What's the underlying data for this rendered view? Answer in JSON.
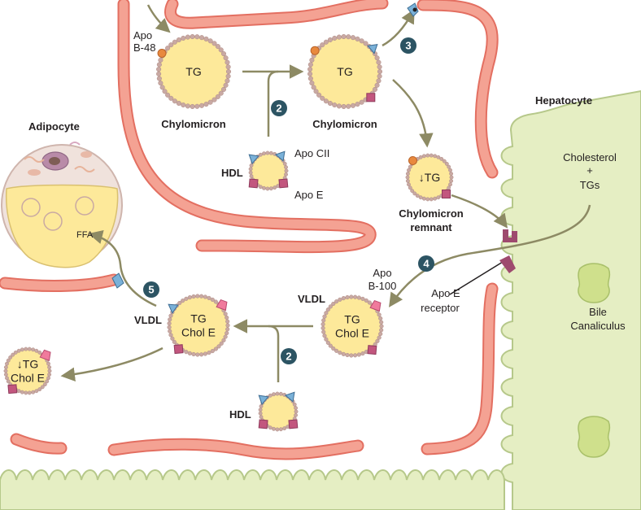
{
  "labels": {
    "adipocyte": "Adipocyte",
    "hepatocyte": "Hepatocyte",
    "apo_b48_line1": "Apo",
    "apo_b48_line2": "B-48",
    "chylomicron_1": "Chylomicron",
    "chylomicron_2": "Chylomicron",
    "hdl_top": "HDL",
    "apo_cii": "Apo CII",
    "apo_e": "Apo E",
    "chylo_remnant_line1": "Chylomicron",
    "chylo_remnant_line2": "remnant",
    "cholesterol_line1": "Cholesterol",
    "cholesterol_line2": "+",
    "cholesterol_line3": "TGs",
    "apo_b100_line1": "Apo",
    "apo_b100_line2": "B-100",
    "apo_e_receptor_line1": "Apo E",
    "apo_e_receptor_line2": "receptor",
    "bile_line1": "Bile",
    "bile_line2": "Canaliculus",
    "vldl_right": "VLDL",
    "vldl_left": "VLDL",
    "hdl_bottom": "HDL",
    "ffa": "FFA"
  },
  "particles": {
    "tg": "TG",
    "tg_reduced": "↓TG",
    "chol_e": "Chol E"
  },
  "steps": {
    "step_2_top": "2",
    "step_3": "3",
    "step_4": "4",
    "step_5": "5",
    "step_2_bottom": "2"
  },
  "colors": {
    "particle_fill": "#fde99a",
    "particle_bead": "#c9a9a3",
    "capillary": "#f4a293",
    "capillary_edge": "#e36f61",
    "hepatocyte": "#e5eec3",
    "hepatocyte_edge": "#b6c88a",
    "arrow": "#8d8a64",
    "step_badge": "#2c5463",
    "apo_cii": "#7ab1d8",
    "apo_e": "#c2567e",
    "apo_b": "#e8893e"
  }
}
